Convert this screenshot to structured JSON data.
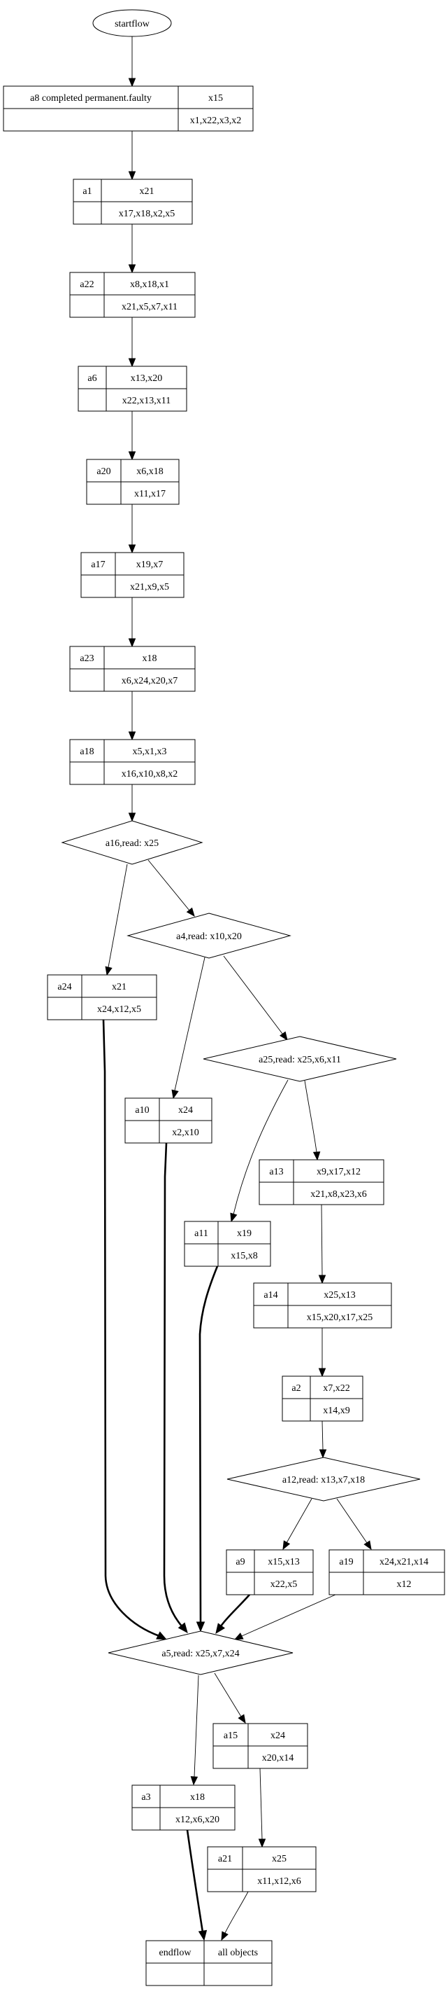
{
  "diagram": {
    "type": "workflow-graph",
    "colors": {
      "stroke": "#000000",
      "fill": "#ffffff",
      "text": "#000000"
    },
    "start": {
      "id": "startflow",
      "label": "startflow",
      "shape": "ellipse"
    },
    "nodes": [
      {
        "id": "a8",
        "label": "a8 completed permanent.faulty",
        "top": "x15",
        "bottom": "x1,x22,x3,x2"
      },
      {
        "id": "a1",
        "label": "a1",
        "top": "x21",
        "bottom": "x17,x18,x2,x5"
      },
      {
        "id": "a22",
        "label": "a22",
        "top": "x8,x18,x1",
        "bottom": "x21,x5,x7,x11"
      },
      {
        "id": "a6",
        "label": "a6",
        "top": "x13,x20",
        "bottom": "x22,x13,x11"
      },
      {
        "id": "a20",
        "label": "a20",
        "top": "x6,x18",
        "bottom": "x11,x17"
      },
      {
        "id": "a17",
        "label": "a17",
        "top": "x19,x7",
        "bottom": "x21,x9,x5"
      },
      {
        "id": "a23",
        "label": "a23",
        "top": "x18",
        "bottom": "x6,x24,x20,x7"
      },
      {
        "id": "a18",
        "label": "a18",
        "top": "x5,x1,x3",
        "bottom": "x16,x10,x8,x2"
      },
      {
        "id": "a24",
        "label": "a24",
        "top": "x21",
        "bottom": "x24,x12,x5"
      },
      {
        "id": "a10",
        "label": "a10",
        "top": "x24",
        "bottom": "x2,x10"
      },
      {
        "id": "a13",
        "label": "a13",
        "top": "x9,x17,x12",
        "bottom": "x21,x8,x23,x6"
      },
      {
        "id": "a11",
        "label": "a11",
        "top": "x19",
        "bottom": "x15,x8"
      },
      {
        "id": "a14",
        "label": "a14",
        "top": "x25,x13",
        "bottom": "x15,x20,x17,x25"
      },
      {
        "id": "a2",
        "label": "a2",
        "top": "x7,x22",
        "bottom": "x14,x9"
      },
      {
        "id": "a9",
        "label": "a9",
        "top": "x15,x13",
        "bottom": "x22,x5"
      },
      {
        "id": "a19",
        "label": "a19",
        "top": "x24,x21,x14",
        "bottom": "x12"
      },
      {
        "id": "a15",
        "label": "a15",
        "top": "x24",
        "bottom": "x20,x14"
      },
      {
        "id": "a3",
        "label": "a3",
        "top": "x18",
        "bottom": "x12,x6,x20"
      },
      {
        "id": "a21",
        "label": "a21",
        "top": "x25",
        "bottom": "x11,x12,x6"
      },
      {
        "id": "endflow",
        "label": "endflow",
        "top": "all objects",
        "bottom": ""
      }
    ],
    "decisions": [
      {
        "id": "a16",
        "label": "a16,read: x25"
      },
      {
        "id": "a4",
        "label": "a4,read: x10,x20"
      },
      {
        "id": "a25",
        "label": "a25,read: x25,x6,x11"
      },
      {
        "id": "a12",
        "label": "a12,read: x13,x7,x18"
      },
      {
        "id": "a5",
        "label": "a5,read: x25,x7,x24"
      }
    ],
    "edges": [
      {
        "from": "startflow",
        "to": "a8",
        "bold": false
      },
      {
        "from": "a8",
        "to": "a1",
        "bold": false
      },
      {
        "from": "a1",
        "to": "a22",
        "bold": false
      },
      {
        "from": "a22",
        "to": "a6",
        "bold": false
      },
      {
        "from": "a6",
        "to": "a20",
        "bold": false
      },
      {
        "from": "a20",
        "to": "a17",
        "bold": false
      },
      {
        "from": "a17",
        "to": "a23",
        "bold": false
      },
      {
        "from": "a23",
        "to": "a18",
        "bold": false
      },
      {
        "from": "a18",
        "to": "a16",
        "bold": false
      },
      {
        "from": "a16",
        "to": "a24",
        "bold": false
      },
      {
        "from": "a16",
        "to": "a4",
        "bold": false
      },
      {
        "from": "a4",
        "to": "a10",
        "bold": false
      },
      {
        "from": "a4",
        "to": "a25",
        "bold": false
      },
      {
        "from": "a25",
        "to": "a11",
        "bold": false
      },
      {
        "from": "a25",
        "to": "a13",
        "bold": false
      },
      {
        "from": "a13",
        "to": "a14",
        "bold": false
      },
      {
        "from": "a14",
        "to": "a2",
        "bold": false
      },
      {
        "from": "a2",
        "to": "a12",
        "bold": false
      },
      {
        "from": "a12",
        "to": "a9",
        "bold": false
      },
      {
        "from": "a12",
        "to": "a19",
        "bold": false
      },
      {
        "from": "a24",
        "to": "a5",
        "bold": true
      },
      {
        "from": "a10",
        "to": "a5",
        "bold": true
      },
      {
        "from": "a11",
        "to": "a5",
        "bold": true
      },
      {
        "from": "a9",
        "to": "a5",
        "bold": true
      },
      {
        "from": "a19",
        "to": "a5",
        "bold": false
      },
      {
        "from": "a5",
        "to": "a3",
        "bold": false
      },
      {
        "from": "a5",
        "to": "a15",
        "bold": false
      },
      {
        "from": "a15",
        "to": "a21",
        "bold": false
      },
      {
        "from": "a3",
        "to": "endflow",
        "bold": true
      },
      {
        "from": "a21",
        "to": "endflow",
        "bold": false
      }
    ]
  }
}
